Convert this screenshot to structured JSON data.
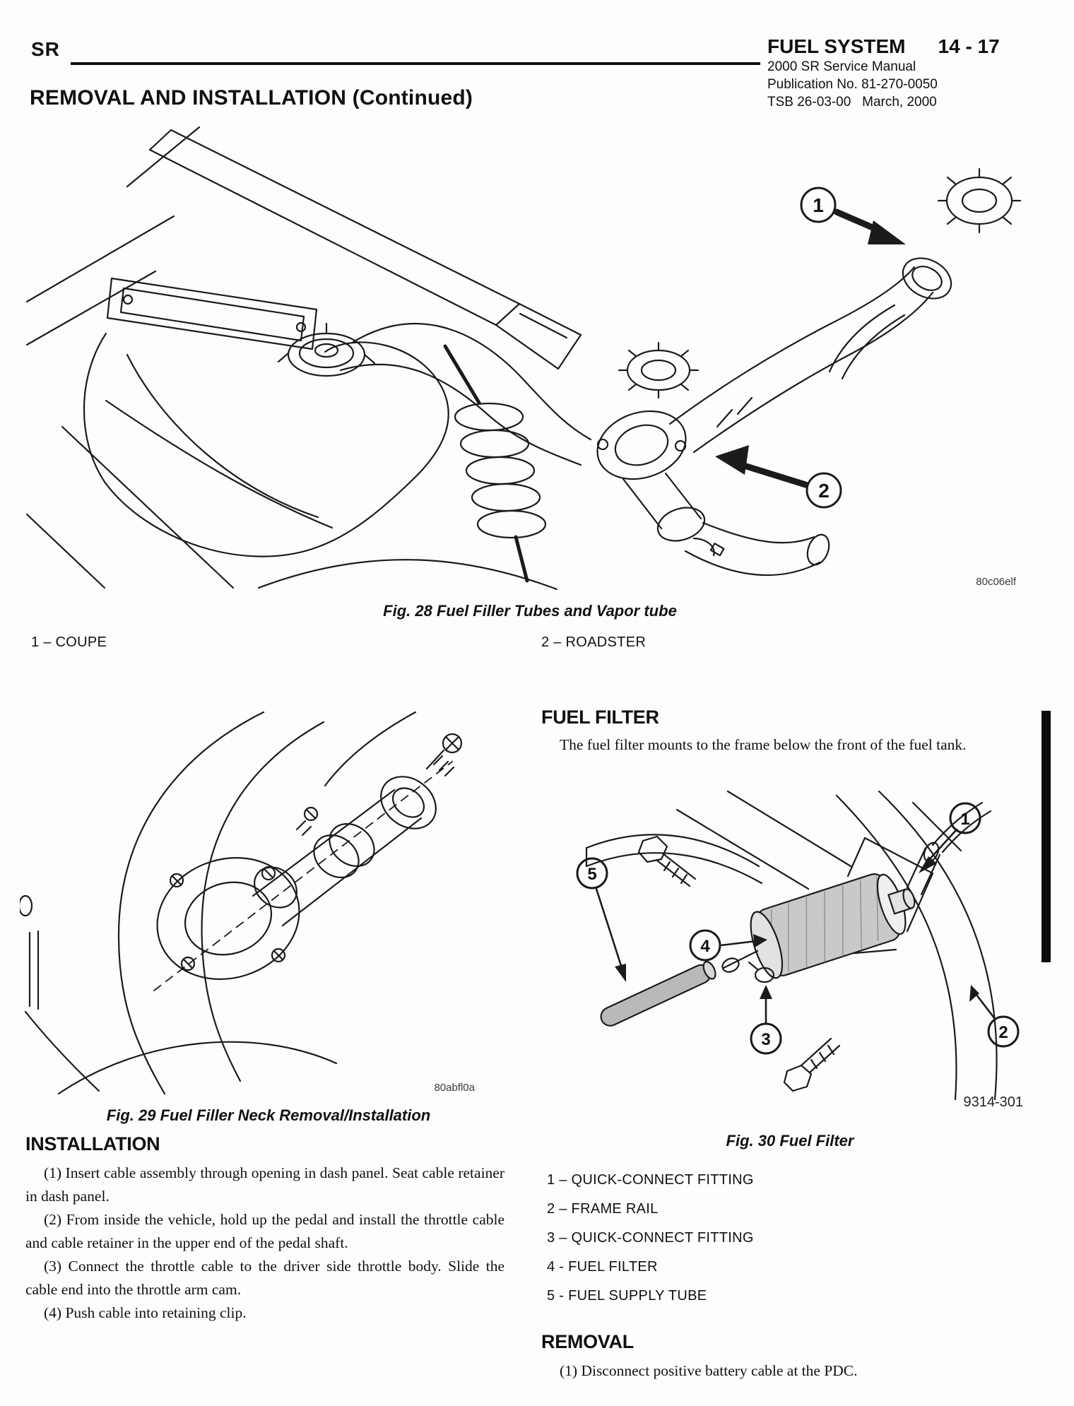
{
  "header": {
    "model": "SR",
    "section": "FUEL SYSTEM",
    "page": "14 - 17",
    "manual": "2000 SR Service Manual",
    "publication": "Publication No. 81-270-0050",
    "tsb": "TSB 26-03-00   March, 2000"
  },
  "section_title": "REMOVAL AND INSTALLATION (Continued)",
  "fig28": {
    "caption": "Fig. 28 Fuel Filler Tubes and Vapor tube",
    "code": "80c06elf",
    "callouts": [
      "1",
      "2"
    ],
    "legend": [
      "1 – COUPE",
      "2 – ROADSTER"
    ]
  },
  "fig29": {
    "caption": "Fig. 29 Fuel Filler Neck Removal/Installation",
    "code": "80abfl0a"
  },
  "installation": {
    "heading": "INSTALLATION",
    "steps": [
      "(1) Insert cable assembly through opening in dash panel. Seat cable retainer in dash panel.",
      "(2) From inside the vehicle, hold up the pedal and install the throttle cable and cable retainer in the upper end of the pedal shaft.",
      "(3) Connect the throttle cable to the driver side throttle body. Slide the cable end into the throttle arm cam.",
      "(4) Push cable into retaining clip."
    ]
  },
  "fuel_filter": {
    "heading": "FUEL FILTER",
    "intro": "The fuel filter mounts to the frame below the front of the fuel tank.",
    "fig30": {
      "caption": "Fig. 30 Fuel Filter",
      "code": "9314-301",
      "callouts": [
        "1",
        "2",
        "3",
        "4",
        "5"
      ],
      "legend": [
        "1 – QUICK-CONNECT FITTING",
        "2 – FRAME RAIL",
        "3 – QUICK-CONNECT FITTING",
        "4 - FUEL FILTER",
        "5 - FUEL SUPPLY TUBE"
      ]
    }
  },
  "removal": {
    "heading": "REMOVAL",
    "steps": [
      "(1) Disconnect positive battery cable at the PDC."
    ]
  }
}
